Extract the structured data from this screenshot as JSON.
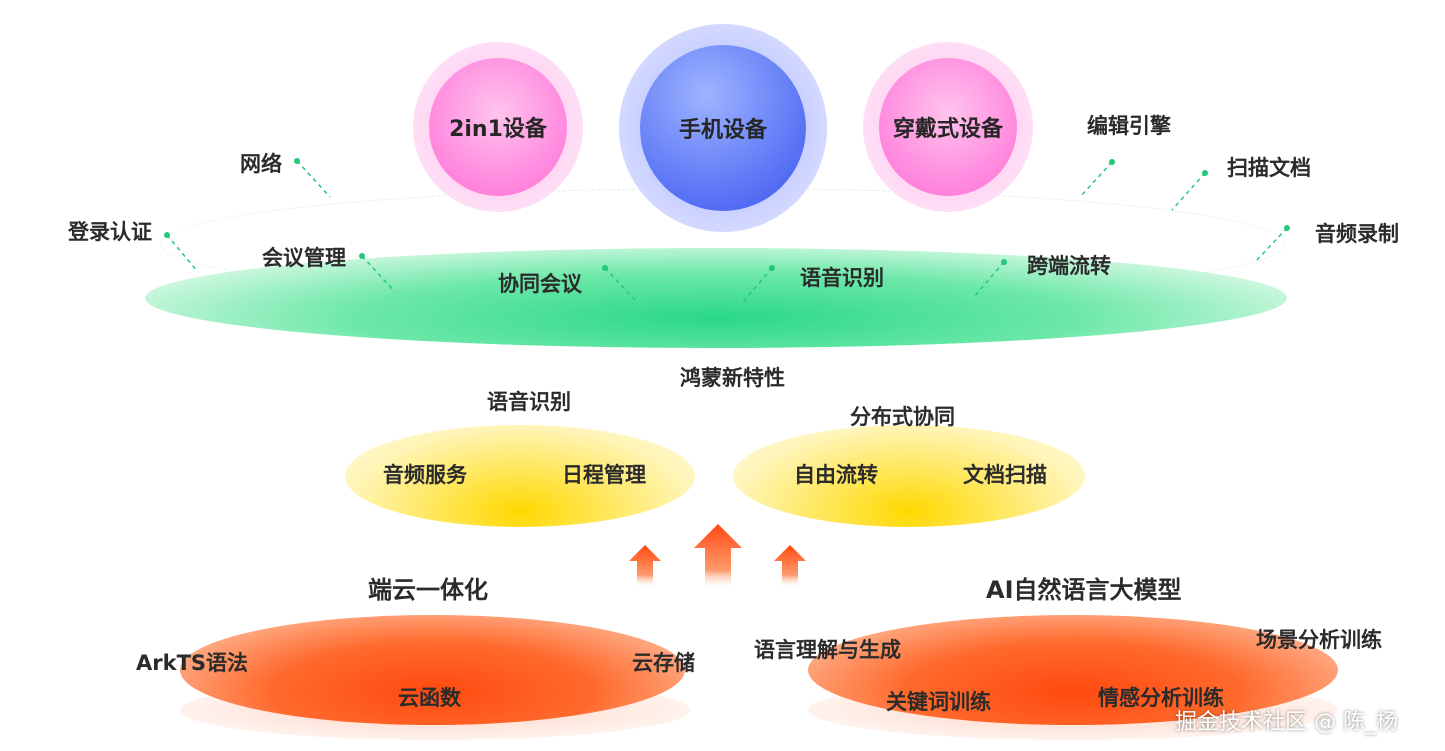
{
  "devices": [
    {
      "label": "2in1设备"
    },
    {
      "label": "手机设备"
    },
    {
      "label": "穿戴式设备"
    }
  ],
  "features": {
    "title": "鸿蒙新特性",
    "items": [
      "网络",
      "登录认证",
      "会议管理",
      "协同会议",
      "语音识别",
      "跨端流转",
      "编辑引擎",
      "扫描文档",
      "音频录制"
    ]
  },
  "middle": {
    "left": {
      "title": "语音识别",
      "items": [
        "音频服务",
        "日程管理"
      ]
    },
    "right": {
      "title": "分布式协同",
      "items": [
        "自由流转",
        "文档扫描"
      ]
    }
  },
  "bottom": {
    "left": {
      "title": "端云一体化",
      "items": [
        "ArkTS语法",
        "云函数",
        "云存储"
      ]
    },
    "right": {
      "title": "AI自然语言大模型",
      "items": [
        "语言理解与生成",
        "场景分析训练",
        "关键词训练",
        "情感分析训练"
      ]
    }
  },
  "watermark": "掘金技术社区 @ 陈_杨",
  "colors": {
    "green_accent": "#22c97a",
    "pink": "#ff6fd1",
    "blue": "#3c54f0",
    "yellow": "#ffd800",
    "orange": "#ff4a10"
  }
}
